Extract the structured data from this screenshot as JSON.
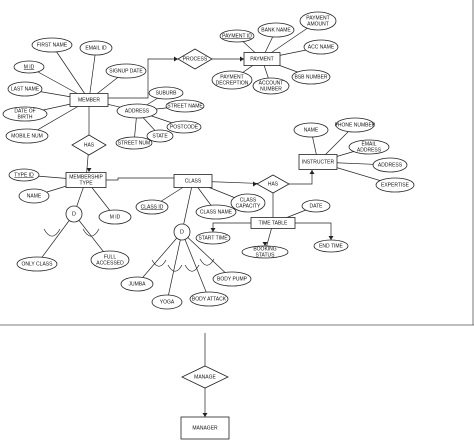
{
  "entities": [
    {
      "id": "member",
      "label": "MEMBER"
    },
    {
      "id": "payment",
      "label": "PAYMENT"
    },
    {
      "id": "membership_type",
      "label": "MEMBERSHIP TYPE"
    },
    {
      "id": "class",
      "label": "CLASS"
    },
    {
      "id": "instructer",
      "label": "INSTRUCTER"
    },
    {
      "id": "time_table",
      "label": "TIME TABLE"
    },
    {
      "id": "manager",
      "label": "MANAGER"
    }
  ],
  "relationships": [
    {
      "id": "process",
      "label": "PROCESS"
    },
    {
      "id": "has1",
      "label": "HAS"
    },
    {
      "id": "has2",
      "label": "HAS"
    },
    {
      "id": "manage",
      "label": "MANAGE"
    }
  ],
  "attributes": [
    {
      "id": "first_name",
      "label": "FIRST NAME",
      "key": false
    },
    {
      "id": "email_id",
      "label": "EMAIL ID",
      "key": false
    },
    {
      "id": "m_id",
      "label": "M ID",
      "key": true
    },
    {
      "id": "signup_date",
      "label": "SIGNUP DATE",
      "key": false
    },
    {
      "id": "last_name",
      "label": "LAST NAME",
      "key": false
    },
    {
      "id": "date_of_birth",
      "label": "DATE OF BIRTH",
      "key": false
    },
    {
      "id": "mobile_num",
      "label": "MOBILE NUM",
      "key": false
    },
    {
      "id": "address_m",
      "label": "ADDRESS",
      "key": false
    },
    {
      "id": "suburb",
      "label": "SUBURB",
      "key": false
    },
    {
      "id": "street_name",
      "label": "STREET NAME",
      "key": false
    },
    {
      "id": "postcode",
      "label": "POSTCODE",
      "key": false
    },
    {
      "id": "state",
      "label": "STATE",
      "key": false
    },
    {
      "id": "street_num",
      "label": "STREET NUM",
      "key": false
    },
    {
      "id": "payment_id",
      "label": "PAYMENT ID",
      "key": true
    },
    {
      "id": "bank_name",
      "label": "BANK NAME",
      "key": false
    },
    {
      "id": "payment_amount",
      "label": "PAYMENT AMOUNT",
      "key": false
    },
    {
      "id": "acc_name",
      "label": "ACC NAME",
      "key": false
    },
    {
      "id": "payment_decreption",
      "label": "PAYMENT DECREPTION",
      "key": false
    },
    {
      "id": "account_number",
      "label": "ACCOUNT NUMBER",
      "key": false
    },
    {
      "id": "bsb_number",
      "label": "BSB NUMBER",
      "key": false
    },
    {
      "id": "type_id",
      "label": "TYPE ID",
      "key": true
    },
    {
      "id": "name_mt",
      "label": "NAME",
      "key": false
    },
    {
      "id": "m_id_mt",
      "label": "M ID",
      "key": false
    },
    {
      "id": "only_class",
      "label": "ONLY CLASS",
      "key": false
    },
    {
      "id": "full_accessed",
      "label": "FULL ACCESSED",
      "key": false
    },
    {
      "id": "class_id",
      "label": "CLASS ID",
      "key": true
    },
    {
      "id": "class_name",
      "label": "CLASS NAME",
      "key": false
    },
    {
      "id": "class_capacity",
      "label": "CLASS CAPACITY",
      "key": false
    },
    {
      "id": "jumba",
      "label": "JUMBA",
      "key": false
    },
    {
      "id": "yoga",
      "label": "YOGA",
      "key": false
    },
    {
      "id": "body_attack",
      "label": "BODY ATTACK",
      "key": false
    },
    {
      "id": "body_pump",
      "label": "BODY PUMP",
      "key": false
    },
    {
      "id": "name_i",
      "label": "NAME",
      "key": false
    },
    {
      "id": "phone_number",
      "label": "PHONE NUMBER",
      "key": false
    },
    {
      "id": "email_address",
      "label": "EMAIL ADDRESS",
      "key": false
    },
    {
      "id": "address_i",
      "label": "ADDRESS",
      "key": false
    },
    {
      "id": "expertise",
      "label": "EXPERTISE",
      "key": false
    },
    {
      "id": "date",
      "label": "DATE",
      "key": false
    },
    {
      "id": "start_time",
      "label": "START TIME",
      "key": false
    },
    {
      "id": "end_time",
      "label": "END TIME",
      "key": false
    },
    {
      "id": "booking_status",
      "label": "BOOKING STATUS",
      "key": false
    }
  ],
  "disjoint": [
    {
      "id": "d1",
      "label": "D"
    },
    {
      "id": "d2",
      "label": "D"
    }
  ]
}
